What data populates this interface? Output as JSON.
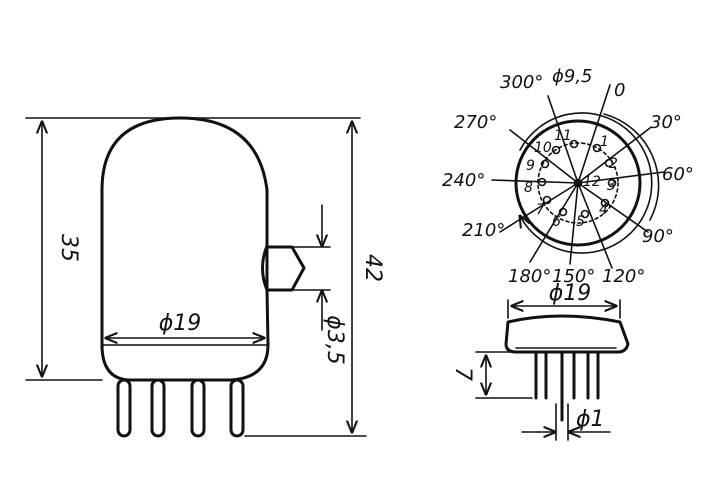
{
  "side_view": {
    "height_body": "35",
    "height_total": "42",
    "diameter": "ϕ19",
    "key_diameter": "ϕ3,5"
  },
  "base_view": {
    "pin_circle": "ϕ9,5",
    "zero_label": "0",
    "angles": [
      "30°",
      "60°",
      "90°",
      "120°",
      "150°",
      "180°",
      "210°",
      "240°",
      "270°",
      "300°"
    ],
    "pins": [
      "1",
      "2",
      "3",
      "4",
      "5",
      "6",
      "7",
      "8",
      "9",
      "10",
      "11",
      "12"
    ]
  },
  "bottom_view": {
    "diameter": "ϕ19",
    "pin_length": "7",
    "pin_diameter": "ϕ1"
  }
}
